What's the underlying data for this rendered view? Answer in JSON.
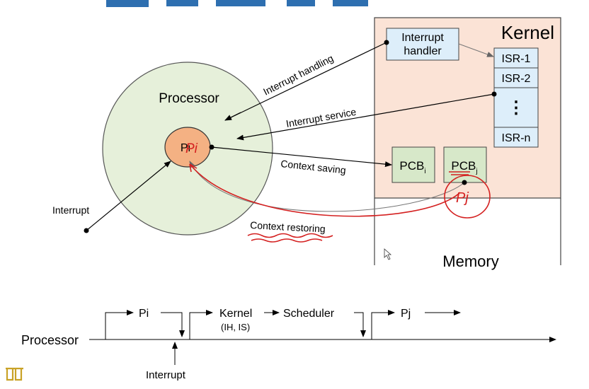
{
  "diagram": {
    "kernel": {
      "title": "Kernel",
      "handler_line1": "Interrupt",
      "handler_line2": "handler"
    },
    "isr": {
      "items": [
        "ISR-1",
        "ISR-2",
        "ISR-n"
      ],
      "dots": "⋮"
    },
    "memory": {
      "label": "Memory"
    },
    "processor": {
      "label": "Processor",
      "process_label": "Pi"
    },
    "pcb": {
      "left_base": "PCB",
      "left_sub": "i",
      "right_base": "PCB",
      "right_sub": "j"
    },
    "arrows": {
      "interrupt_handling": "Interrupt handling",
      "interrupt_service": "Interrupt service",
      "context_saving": "Context saving",
      "context_restoring": "Context restoring",
      "interrupt": "Interrupt"
    },
    "annotations": {
      "handwritten_pi": "Pi",
      "handwritten_pj": "Pj"
    }
  },
  "timeline": {
    "processor_label": "Processor",
    "pi": "Pi",
    "kernel": "Kernel",
    "kernel_sub": "(IH, IS)",
    "scheduler": "Scheduler",
    "pj": "Pj",
    "interrupt": "Interrupt"
  },
  "colors": {
    "kernel_fill": "#fbe3d6",
    "handler_fill": "#ddeefa",
    "pcb_fill": "#d7e8c9",
    "processor_fill": "#e6f0da",
    "pi_fill": "#f4b183",
    "annotation_red": "#d42020"
  }
}
